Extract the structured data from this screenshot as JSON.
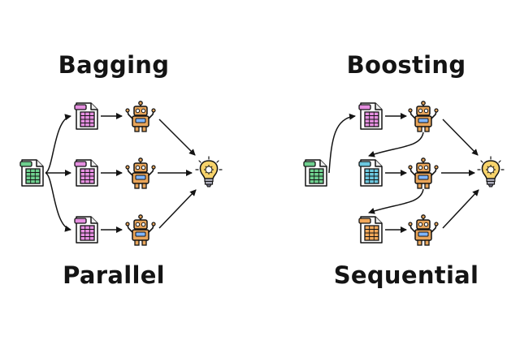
{
  "bagging": {
    "title": "Bagging",
    "subtitle": "Parallel"
  },
  "boosting": {
    "title": "Boosting",
    "subtitle": "Sequential"
  },
  "colors": {
    "ink": "#141414",
    "source_doc": "#6fd08f",
    "bag_doc": "#e58fe0",
    "boost_doc_1": "#e58fe0",
    "boost_doc_2": "#6cc8e0",
    "boost_doc_3": "#f2a85a",
    "robot": "#e8a55a",
    "robot_panel": "#7fb6ff",
    "bulb": "#f7d36b"
  },
  "icons": {
    "source": "spreadsheet-document-icon",
    "sample": "spreadsheet-document-icon",
    "model": "robot-icon",
    "result": "lightbulb-icon"
  }
}
